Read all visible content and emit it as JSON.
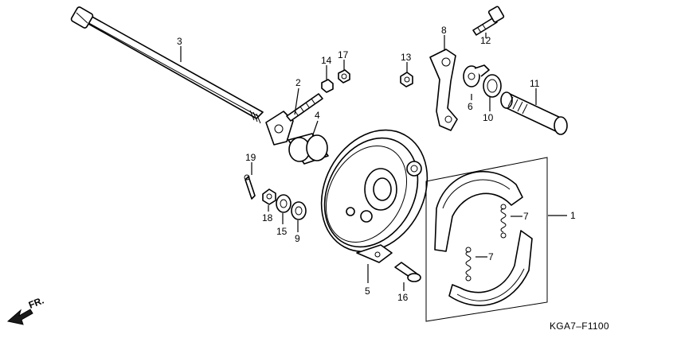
{
  "callouts": [
    {
      "id": "c1",
      "text": "1"
    },
    {
      "id": "c2",
      "text": "2"
    },
    {
      "id": "c3",
      "text": "3"
    },
    {
      "id": "c4",
      "text": "4"
    },
    {
      "id": "c5",
      "text": "5"
    },
    {
      "id": "c6",
      "text": "6"
    },
    {
      "id": "c7a",
      "text": "7"
    },
    {
      "id": "c7b",
      "text": "7"
    },
    {
      "id": "c8",
      "text": "8"
    },
    {
      "id": "c9",
      "text": "9"
    },
    {
      "id": "c10",
      "text": "10"
    },
    {
      "id": "c11",
      "text": "11"
    },
    {
      "id": "c12",
      "text": "12"
    },
    {
      "id": "c13",
      "text": "13"
    },
    {
      "id": "c14",
      "text": "14"
    },
    {
      "id": "c15",
      "text": "15"
    },
    {
      "id": "c16",
      "text": "16"
    },
    {
      "id": "c17",
      "text": "17"
    },
    {
      "id": "c18",
      "text": "18"
    },
    {
      "id": "c19",
      "text": "19"
    }
  ],
  "direction_label": "FR.",
  "diagram_code": "KGA7–F1100"
}
